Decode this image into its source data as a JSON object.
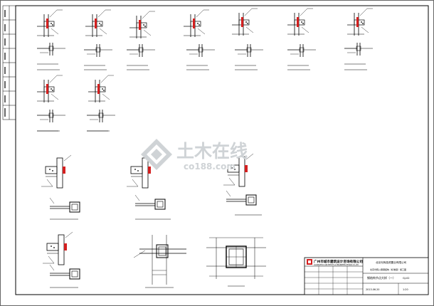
{
  "title_block": {
    "designer_company": "广州市城市建筑设计咨询有限公司",
    "designer_company_en": "GUANGZHOU ARCHITECTS & ENGINEERS DESIGN CO.,LTD",
    "client_company": "北京光辉投资置业有限公司",
    "project_name": "北京光辉公寓钢结构（标准层）施工图",
    "drawing_title": "钢结构节点大样（一）",
    "drawing_no": "GJ-02",
    "scale": "1:20",
    "date": "2013.06.20"
  },
  "watermark": {
    "cn": "土木在线",
    "en": "co188.com",
    "color": "#cfd3d6"
  },
  "colors": {
    "line": "#000000",
    "accent_red": "#d41f1f"
  }
}
